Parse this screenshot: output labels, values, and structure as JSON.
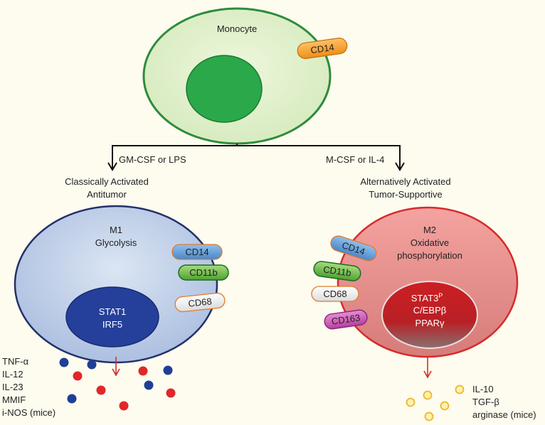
{
  "monocyte": {
    "label": "Monocyte",
    "marker": "CD14"
  },
  "branches": {
    "left": {
      "stimulus": "GM-CSF or LPS",
      "line1": "Classically Activated",
      "line2": "Antitumor"
    },
    "right": {
      "stimulus": "M-CSF or IL-4",
      "line1": "Alternatively Activated",
      "line2": "Tumor-Supportive"
    }
  },
  "m1": {
    "name": "M1",
    "metabolism": "Glycolysis",
    "nucleus": [
      "STAT1",
      "IRF5"
    ],
    "markers": [
      "CD14",
      "CD11b",
      "CD68"
    ],
    "secreted": [
      "TNF-α",
      "IL-12",
      "IL-23",
      "MMIF",
      "i-NOS (mice)"
    ]
  },
  "m2": {
    "name": "M2",
    "metabolism_line1": "Oxidative",
    "metabolism_line2": "phosphorylation",
    "nucleus_stat": "STAT3",
    "nucleus_stat_sup": "P",
    "nucleus_line2": "C/EBPβ",
    "nucleus_line3": "PPARγ",
    "markers": [
      "CD14",
      "CD11b",
      "CD68",
      "CD163"
    ],
    "secreted": [
      "IL-10",
      "TGF-β",
      "arginase (mice)"
    ]
  },
  "colors": {
    "monocyte_fill": "#dceec4",
    "monocyte_stroke": "#2e8b3c",
    "monocyte_nucleus": "#2aa84a",
    "m1_fill": "#b7c8e4",
    "m1_stroke": "#24306a",
    "m1_nucleus": "#243f96",
    "m2_fill": "#e88886",
    "m2_stroke": "#d62b2b",
    "m2_nucleus": "#c8262a",
    "cd14_orange": "#f29a26",
    "cd14_blue": "#5a9bd8",
    "cd11b": "#6ab841",
    "cd68": "#eeeeee",
    "cd163": "#c955b5",
    "dot_blue": "#1f3f96",
    "dot_red": "#e0282a",
    "dot_yellow": "#fdf3a8"
  }
}
